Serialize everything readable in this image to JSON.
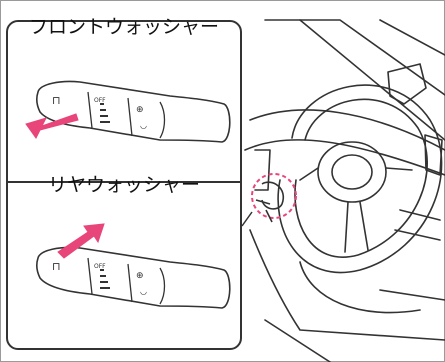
{
  "front_washer": {
    "label": "フロントウォッシャー",
    "arrow_color": "#e8457a"
  },
  "rear_washer": {
    "label": "リヤウォッシャー",
    "arrow_color": "#e8457a"
  },
  "lever": {
    "off_label": "OFF",
    "icons": [
      "rear-wiper-icon",
      "rear-washer-icon",
      "front-washer-icon"
    ]
  },
  "colors": {
    "line": "#333333",
    "highlight": "#e8457a"
  }
}
